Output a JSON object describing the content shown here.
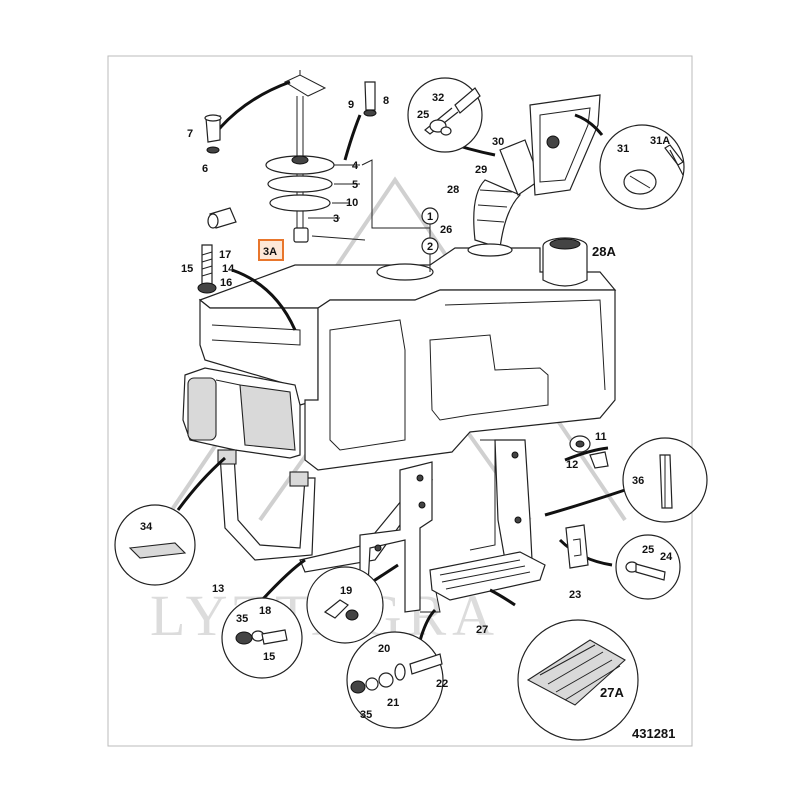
{
  "watermark": "LYTTAGRA",
  "drawing_number": "431281",
  "highlight_color": "#e8762c",
  "labels": {
    "l1": "1",
    "l2": "2",
    "l3": "3",
    "l3a": "3A",
    "l4": "4",
    "l5": "5",
    "l6": "6",
    "l7": "7",
    "l8": "8",
    "l9": "9",
    "l10": "10",
    "l11": "11",
    "l12": "12",
    "l13": "13",
    "l14": "14",
    "l15a": "15",
    "l15b": "15",
    "l16": "16",
    "l17": "17",
    "l18": "18",
    "l19": "19",
    "l20": "20",
    "l21": "21",
    "l22": "22",
    "l23": "23",
    "l24": "24",
    "l25a": "25",
    "l25b": "25",
    "l26": "26",
    "l27": "27",
    "l27a": "27A",
    "l28": "28",
    "l28a": "28A",
    "l29": "29",
    "l30": "30",
    "l31": "31",
    "l31a": "31A",
    "l32": "32",
    "l34": "34",
    "l35a": "35",
    "l35b": "35",
    "l36": "36"
  }
}
